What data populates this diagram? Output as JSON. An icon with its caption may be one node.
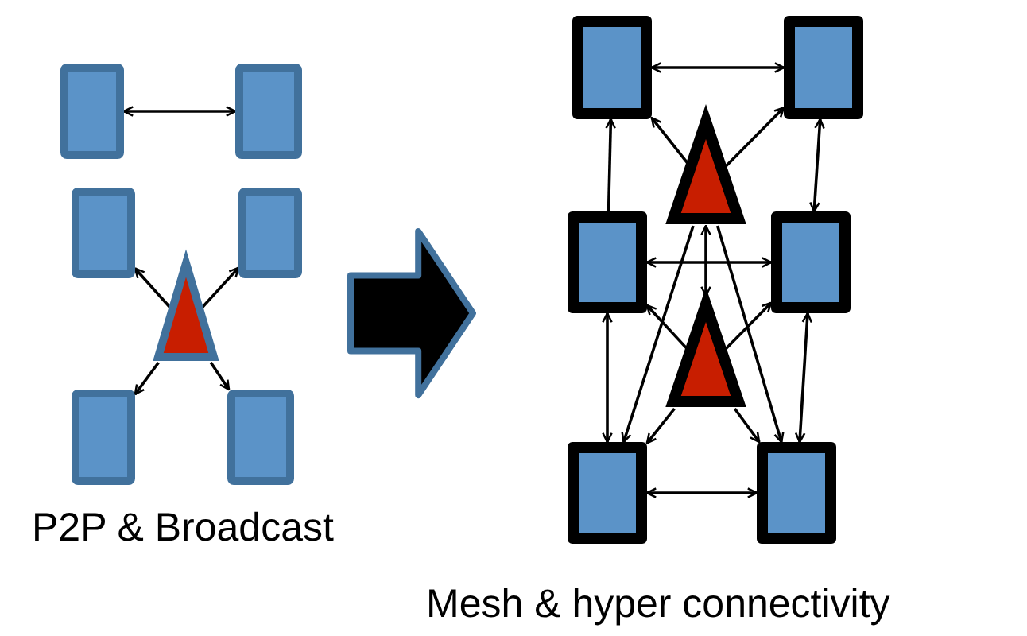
{
  "diagram": {
    "nodes": [
      {
        "text": [],
        "shape": "box"
      },
      {
        "text": [],
        "shape": "box"
      },
      {
        "text": [],
        "shape": "box"
      },
      {
        "text": [],
        "shape": "box"
      },
      {
        "text": [],
        "shape": "box"
      },
      {
        "text": [],
        "shape": "box"
      },
      {
        "text": [],
        "shape": "triangle"
      },
      {
        "text": [],
        "shape": "arrow"
      },
      {
        "text": [],
        "shape": "box"
      },
      {
        "text": [],
        "shape": "box"
      },
      {
        "text": [],
        "shape": "box"
      },
      {
        "text": [],
        "shape": "box"
      },
      {
        "text": [],
        "shape": "triangle"
      },
      {
        "text": [],
        "shape": "triangle"
      },
      {
        "text": [],
        "shape": "box"
      },
      {
        "text": [],
        "shape": "box"
      }
    ],
    "edges": [
      {
        "from": 0,
        "to": 1,
        "arrow": "both"
      },
      {
        "from": 6,
        "to": 2,
        "arrow": "to"
      },
      {
        "from": 6,
        "to": 3,
        "arrow": "to"
      },
      {
        "from": 6,
        "to": 4,
        "arrow": "to"
      },
      {
        "from": 6,
        "to": 5,
        "arrow": "to"
      },
      {
        "from": 8,
        "to": 9,
        "arrow": "both"
      },
      {
        "from": 10,
        "to": 11,
        "arrow": "both"
      },
      {
        "from": 14,
        "to": 15,
        "arrow": "both"
      },
      {
        "from": 10,
        "to": 8,
        "arrow": "to"
      },
      {
        "from": 9,
        "to": 11,
        "arrow": "both"
      },
      {
        "from": 10,
        "to": 14,
        "arrow": "both"
      },
      {
        "from": 11,
        "to": 15,
        "arrow": "both"
      },
      {
        "from": 12,
        "to": 8,
        "arrow": "to"
      },
      {
        "from": 12,
        "to": 9,
        "arrow": "to"
      },
      {
        "from": 13,
        "to": 12,
        "arrow": "both"
      },
      {
        "from": 13,
        "to": 10,
        "arrow": "to"
      },
      {
        "from": 13,
        "to": 11,
        "arrow": "to"
      },
      {
        "from": 13,
        "to": 14,
        "arrow": "to"
      },
      {
        "from": 13,
        "to": 15,
        "arrow": "to"
      },
      {
        "from": 12,
        "to": 14,
        "arrow": "to"
      },
      {
        "from": 12,
        "to": 15,
        "arrow": "to"
      }
    ],
    "labels": [
      "P2P & Broadcast",
      "Mesh & hyper connectivity"
    ]
  }
}
